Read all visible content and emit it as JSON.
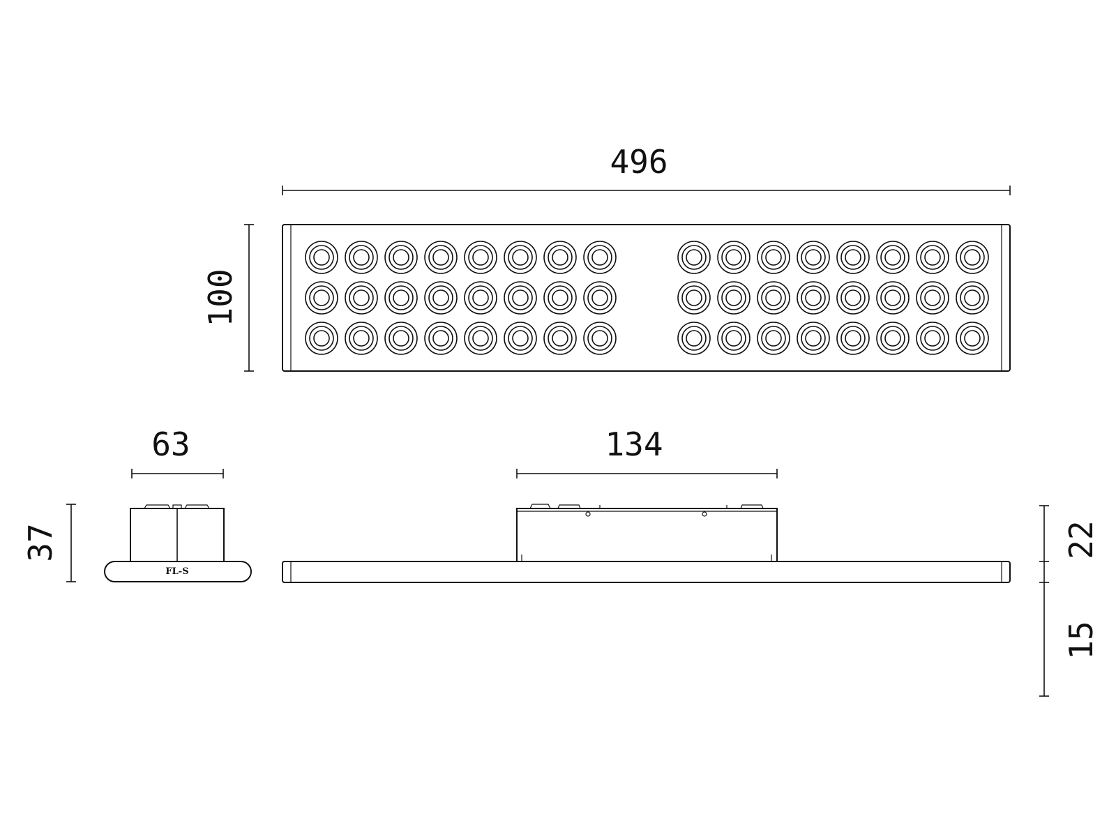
{
  "dimensions": {
    "length": "496",
    "width": "100",
    "side_width": "63",
    "total_height": "37",
    "driver_length": "134",
    "driver_height": "22",
    "panel_height": "15"
  },
  "side_view": {
    "label": "FL-S"
  },
  "led_array": {
    "groups": 2,
    "rows": 3,
    "columns_per_group": 8
  }
}
